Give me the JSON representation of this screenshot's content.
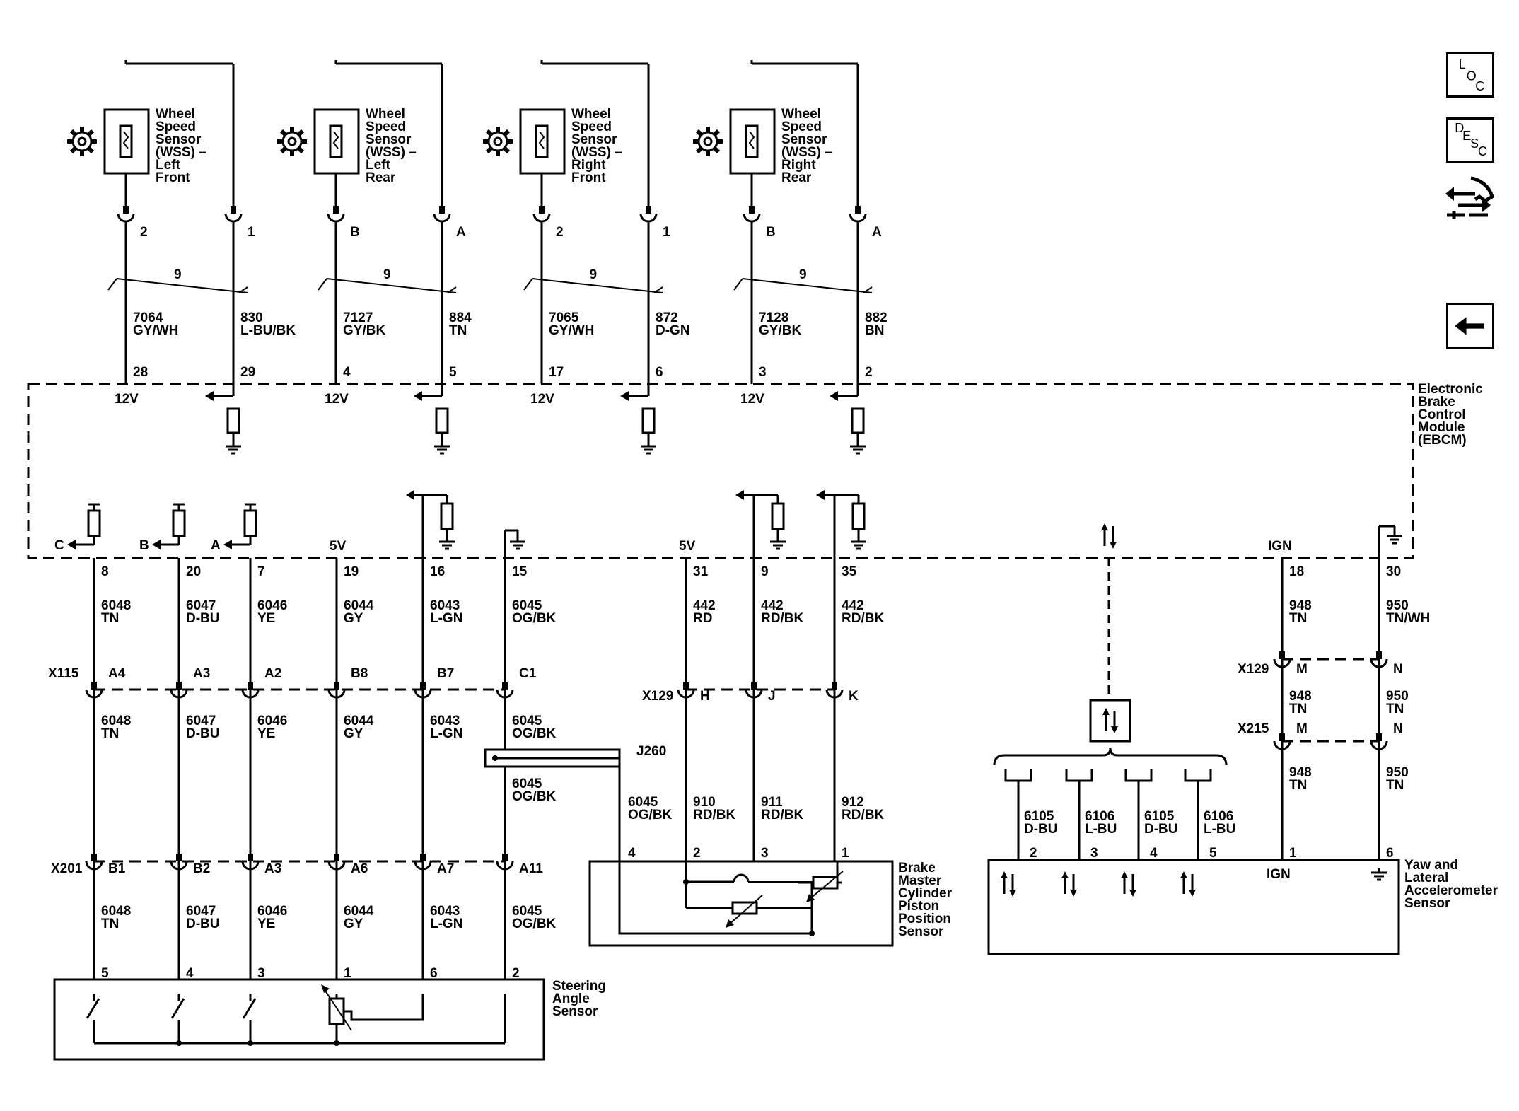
{
  "wss": [
    {
      "label": [
        "Wheel",
        "Speed",
        "Sensor",
        "(WSS) –",
        "Left",
        "Front"
      ],
      "pin_a": "2",
      "pin_b": "1",
      "twist": "9",
      "circ_a": "7064",
      "color_a": "GY/WH",
      "circ_b": "830",
      "color_b": "L-BU/BK",
      "term_a": "28",
      "term_b": "29",
      "volt": "12V"
    },
    {
      "label": [
        "Wheel",
        "Speed",
        "Sensor",
        "(WSS) –",
        "Left",
        "Rear"
      ],
      "pin_a": "B",
      "pin_b": "A",
      "twist": "9",
      "circ_a": "7127",
      "color_a": "GY/BK",
      "circ_b": "884",
      "color_b": "TN",
      "term_a": "4",
      "term_b": "5",
      "volt": "12V"
    },
    {
      "label": [
        "Wheel",
        "Speed",
        "Sensor",
        "(WSS) –",
        "Right",
        "Front"
      ],
      "pin_a": "2",
      "pin_b": "1",
      "twist": "9",
      "circ_a": "7065",
      "color_a": "GY/WH",
      "circ_b": "872",
      "color_b": "D-GN",
      "term_a": "17",
      "term_b": "6",
      "volt": "12V"
    },
    {
      "label": [
        "Wheel",
        "Speed",
        "Sensor",
        "(WSS) –",
        "Right",
        "Rear"
      ],
      "pin_a": "B",
      "pin_b": "A",
      "twist": "9",
      "circ_a": "7128",
      "color_a": "GY/BK",
      "circ_b": "882",
      "color_b": "BN",
      "term_a": "3",
      "term_b": "2",
      "volt": "12V"
    }
  ],
  "ebcm": {
    "label": [
      "Electronic",
      "Brake",
      "Control",
      "Module",
      "(EBCM)"
    ]
  },
  "sas_wires": [
    {
      "io": "C",
      "term": "8",
      "circ": "6048",
      "color": "TN",
      "x115": "A4",
      "x201": "B1",
      "sensor_pin": "5"
    },
    {
      "io": "B",
      "term": "20",
      "circ": "6047",
      "color": "D-BU",
      "x115": "A3",
      "x201": "B2",
      "sensor_pin": "4"
    },
    {
      "io": "A",
      "term": "7",
      "circ": "6046",
      "color": "YE",
      "x115": "A2",
      "x201": "A3",
      "sensor_pin": "3"
    },
    {
      "io": "5V",
      "term": "19",
      "circ": "6044",
      "color": "GY",
      "x115": "B8",
      "x201": "A6",
      "sensor_pin": "1"
    },
    {
      "io": "",
      "term": "16",
      "circ": "6043",
      "color": "L-GN",
      "x115": "B7",
      "x201": "A7",
      "sensor_pin": "6"
    },
    {
      "io": "",
      "term": "15",
      "circ": "6045",
      "color": "OG/BK",
      "x115": "C1",
      "x201": "A11",
      "sensor_pin": "2"
    }
  ],
  "connectors": {
    "x115": "X115",
    "x201": "X201",
    "x129": "X129",
    "x215": "X215",
    "j260": "J260"
  },
  "steering_sensor": {
    "label": [
      "Steering",
      "Angle",
      "Sensor"
    ]
  },
  "bmc_wires": [
    {
      "io": "5V",
      "term": "31",
      "circ": "442",
      "color": "RD",
      "x129": "H",
      "circ2": "910",
      "color2": "RD/BK",
      "sensor_pin": "2"
    },
    {
      "io": "",
      "term": "9",
      "circ": "442",
      "color": "RD/BK",
      "x129": "J",
      "circ2": "911",
      "color2": "RD/BK",
      "sensor_pin": "3"
    },
    {
      "io": "",
      "term": "35",
      "circ": "442",
      "color": "RD/BK",
      "x129": "K",
      "circ2": "912",
      "color2": "RD/BK",
      "sensor_pin": "1"
    }
  ],
  "bmc_ground": {
    "circ": "6045",
    "color": "OG/BK",
    "sensor_pin": "4"
  },
  "bmc_sensor": {
    "label": [
      "Brake",
      "Master",
      "Cylinder",
      "Piston",
      "Position",
      "Sensor"
    ]
  },
  "yaw_wires": [
    {
      "io": "IGN",
      "term": "18",
      "circ": "948",
      "color": "TN",
      "x129": "M",
      "circ2": "948",
      "color2": "TN",
      "x215": "M",
      "circ3": "948",
      "color3": "TN",
      "sensor_pin": "1",
      "sensor_io": "IGN"
    },
    {
      "io": "",
      "term": "30",
      "circ": "950",
      "color": "TN/WH",
      "x129": "N",
      "circ2": "950",
      "color2": "TN",
      "x215": "N",
      "circ3": "950",
      "color3": "TN",
      "sensor_pin": "6",
      "sensor_io": ""
    }
  ],
  "can_wires": [
    {
      "circ": "6105",
      "color": "D-BU",
      "sensor_pin": "2"
    },
    {
      "circ": "6106",
      "color": "L-BU",
      "sensor_pin": "3"
    },
    {
      "circ": "6105",
      "color": "D-BU",
      "sensor_pin": "4"
    },
    {
      "circ": "6106",
      "color": "L-BU",
      "sensor_pin": "5"
    }
  ],
  "yaw_sensor": {
    "label": [
      "Yaw and",
      "Lateral",
      "Accelerometer",
      "Sensor"
    ]
  },
  "nav": {
    "loc": [
      "L",
      "O",
      "C"
    ],
    "desc": [
      "D",
      "E",
      "S",
      "C"
    ],
    "icons": {
      "loc": "location-view-icon",
      "desc": "description-view-icon",
      "connector": "connector-end-view-icon",
      "back": "back-arrow-icon"
    }
  }
}
